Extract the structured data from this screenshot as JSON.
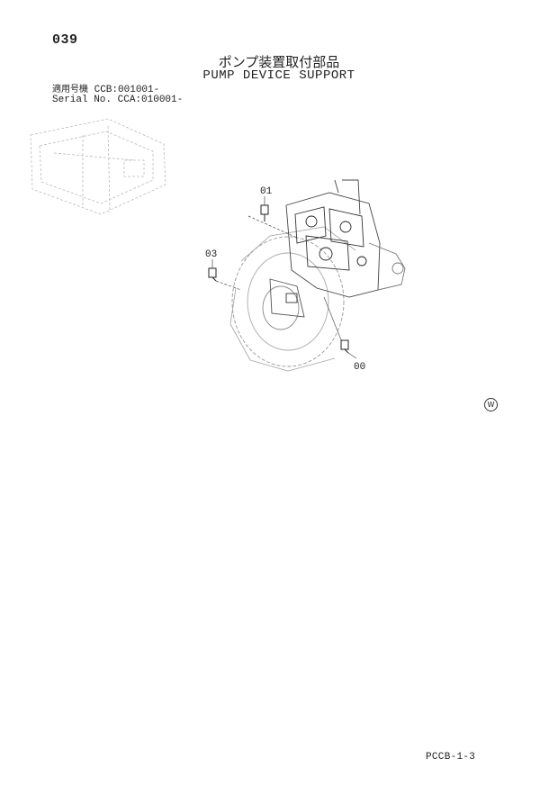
{
  "header": {
    "page_number": "039",
    "title_jp": "ポンプ装置取付部品",
    "title_en": "PUMP DEVICE SUPPORT"
  },
  "applicability": {
    "row1_label": "適用号機",
    "row1_value": "CCB:001001-",
    "row2_label": "Serial No.",
    "row2_value": "CCA:010001-"
  },
  "callouts": {
    "c01": "01",
    "c03": "03",
    "c00": "00"
  },
  "marks": {
    "w_mark": "W"
  },
  "footer": {
    "code": "PCCB-1-3"
  }
}
